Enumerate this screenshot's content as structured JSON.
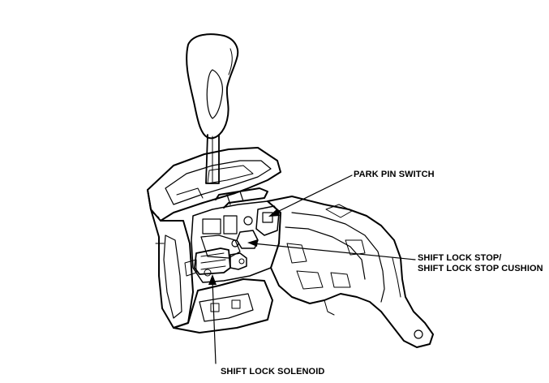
{
  "labels": {
    "park_pin_switch": "PARK PIN SWITCH",
    "shift_lock_stop_line1": "SHIFT LOCK STOP/",
    "shift_lock_stop_line2": "SHIFT LOCK STOP CUSHION",
    "shift_lock_solenoid": "SHIFT LOCK SOLENOID"
  }
}
